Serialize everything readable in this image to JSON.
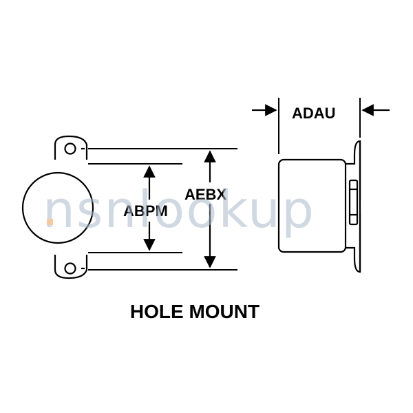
{
  "diagram": {
    "title": "HOLE MOUNT",
    "dimensions": {
      "abpm": "ABPM",
      "aebx": "AEBX",
      "adau": "ADAU"
    }
  },
  "watermark": {
    "text_main": "nsnlookup",
    "colors": {
      "text": "#aabbcc",
      "accent": "#f0a050"
    }
  },
  "colors": {
    "stroke": "#000000",
    "background": "#ffffff"
  }
}
